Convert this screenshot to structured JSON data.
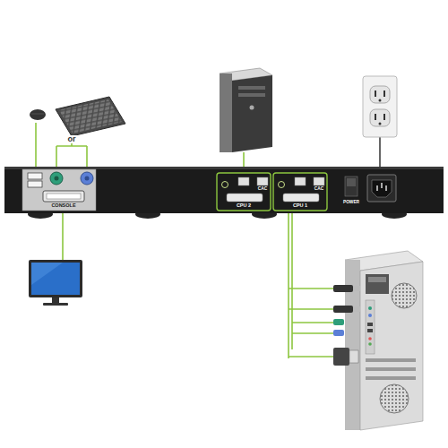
{
  "diagram": {
    "labels": [
      "or",
      "CONSOLE",
      "CAC",
      "CPU 2",
      "CAC",
      "CPU 1",
      "POWER"
    ]
  }
}
